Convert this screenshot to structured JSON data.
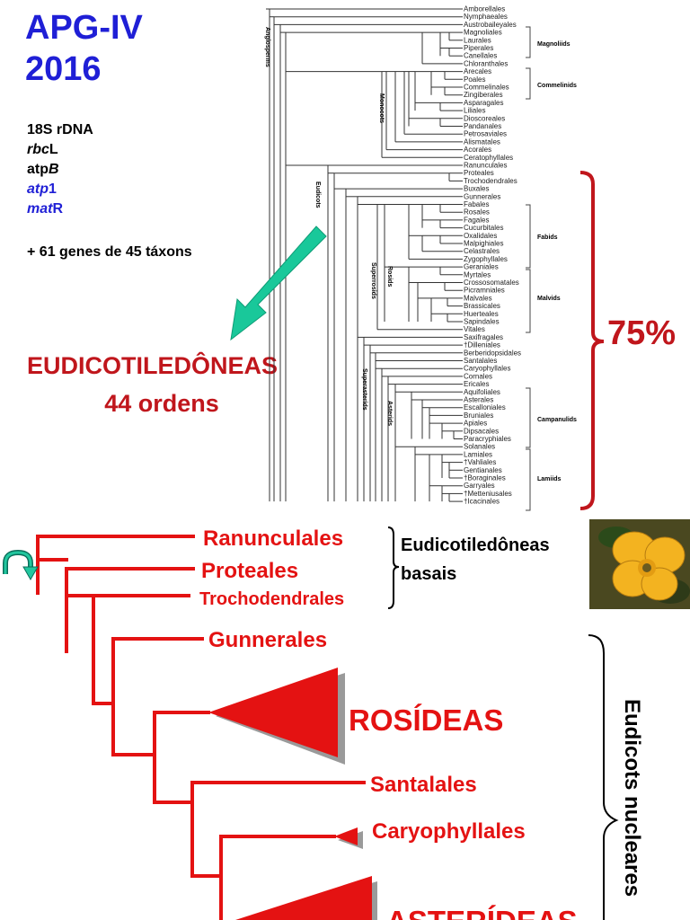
{
  "title_line1": "APG-IV",
  "title_line2": "2016",
  "genes": [
    "18S rDNA",
    "rbcL",
    "atpB",
    "atp1",
    "matR"
  ],
  "genes_extra": "+ 61 genes de 45 táxons",
  "eudicot_title": "EUDICOTILEDÔNEAS",
  "eudicot_count": "44 ordens",
  "percentage": "75%",
  "top_tree": {
    "orders": [
      "Amborellales",
      "Nymphaeales",
      "Austrobaileyales",
      "Magnoliales",
      "Laurales",
      "Piperales",
      "Canellales",
      "Chloranthales",
      "Arecales",
      "Poales",
      "Commelinales",
      "Zingiberales",
      "Asparagales",
      "Liliales",
      "Dioscoreales",
      "Pandanales",
      "Petrosaviales",
      "Alismatales",
      "Acorales",
      "Ceratophyllales",
      "Ranunculales",
      "Proteales",
      "Trochodendrales",
      "Buxales",
      "Gunnerales",
      "Fabales",
      "Rosales",
      "Fagales",
      "Cucurbitales",
      "Oxalidales",
      "Malpighiales",
      "Celastrales",
      "Zygophyllales",
      "Geraniales",
      "Myrtales",
      "Crossosomatales",
      "Picramniales",
      "Malvales",
      "Brassicales",
      "Huerteales",
      "Sapindales",
      "Vitales",
      "Saxifragales",
      "†Dilleniales",
      "Berberidopsidales",
      "Santalales",
      "Caryophyllales",
      "Cornales",
      "Ericales",
      "Aquifoliales",
      "Asterales",
      "Escalloniales",
      "Bruniales",
      "Apiales",
      "Dipsacales",
      "Paracryphiales",
      "Solanales",
      "Lamiales",
      "†Vahliales",
      "Gentianales",
      "†Boraginales",
      "Garryales",
      "†Metteniusales",
      "†Icacinales"
    ],
    "clades": [
      "Magnoliids",
      "Commelinids",
      "Fabids",
      "Malvids",
      "Campanulids",
      "Lamiids"
    ],
    "vertical_labels": [
      "Angiosperms",
      "Monocots",
      "Eudicots",
      "Superrosids",
      "Rosids",
      "Superasterids",
      "Asterids"
    ]
  },
  "bottom_tree": {
    "leaves": [
      "Ranunculales",
      "Proteales",
      "Trochodendrales",
      "Gunnerales",
      "ROSÍDEAS",
      "Santalales",
      "Caryophyllales",
      "ASTERÍDEAS"
    ],
    "basal_label_line1": "Eudicotiledôneas",
    "basal_label_line2": "basais",
    "nuclear_label": "Eudicots nucleares"
  },
  "colors": {
    "blue": "#1f1fd6",
    "dark_red": "#c0161c",
    "red": "#e41212",
    "arrow": "#19c89a"
  }
}
